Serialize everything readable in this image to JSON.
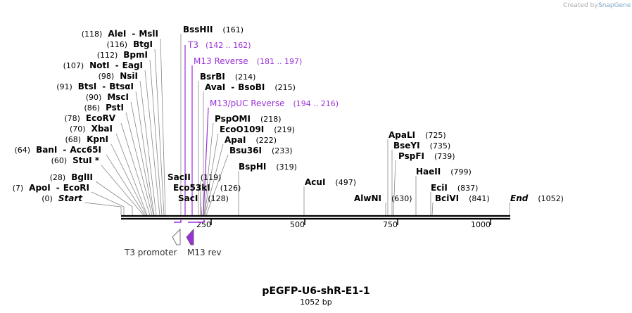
{
  "credit": "Created by",
  "credit_brand": "SnapGene",
  "title": "pEGFP-U6-shR-E1-1",
  "length_label": "1052 bp",
  "length_bp": 1052,
  "axis_ticks": [
    "250",
    "500",
    "750",
    "1000"
  ],
  "features": [
    {
      "name": "T3 promoter",
      "start": 142,
      "end": 162,
      "color": "#ffffff"
    },
    {
      "name": "M13 rev",
      "start": 181,
      "end": 197,
      "color": "#9b30d9"
    }
  ],
  "sites_left": [
    {
      "pos": "(118)",
      "name": "AleI",
      "dash": "-",
      "name2": "MslI",
      "bp": 118
    },
    {
      "pos": "(116)",
      "name": "BtgI",
      "bp": 116
    },
    {
      "pos": "(112)",
      "name": "BpmI",
      "bp": 112
    },
    {
      "pos": "(107)",
      "name": "NotI",
      "dash": "-",
      "name2": "EagI",
      "bp": 107
    },
    {
      "pos": "(98)",
      "name": "NsiI",
      "bp": 98
    },
    {
      "pos": "(91)",
      "name": "BtsI",
      "dash": "-",
      "name2": "BtsαI",
      "bp": 91
    },
    {
      "pos": "(90)",
      "name": "MscI",
      "bp": 90
    },
    {
      "pos": "(86)",
      "name": "PstI",
      "bp": 86
    },
    {
      "pos": "(78)",
      "name": "EcoRV",
      "bp": 78
    },
    {
      "pos": "(70)",
      "name": "XbaI",
      "bp": 70
    },
    {
      "pos": "(68)",
      "name": "KpnI",
      "bp": 68
    },
    {
      "pos": "(64)",
      "name": "BanI",
      "dash": "-",
      "name2": "Acc65I",
      "bp": 64
    },
    {
      "pos": "(60)",
      "name": "StuI *",
      "bp": 60
    },
    {
      "pos": "(28)",
      "name": "BglII",
      "bp": 28
    },
    {
      "pos": "(7)",
      "name": "ApoI",
      "dash": "-",
      "name2": "EcoRI",
      "bp": 7
    },
    {
      "pos": "(0)",
      "name": "Start",
      "bp": 0
    }
  ],
  "sites_right": [
    {
      "name": "BssHII",
      "pos": "(161)",
      "bp": 161
    },
    {
      "name": "T3",
      "pos": "(142 .. 162)",
      "bp": 152,
      "purple": true
    },
    {
      "name": "M13 Reverse",
      "pos": "(181 .. 197)",
      "bp": 189,
      "purple": true
    },
    {
      "name": "BsrBI",
      "pos": "(214)",
      "bp": 214
    },
    {
      "name": "AvaI",
      "dash": "-",
      "name2": "BsoBI",
      "pos": "(215)",
      "bp": 215
    },
    {
      "name": "M13/pUC Reverse",
      "pos": "(194 .. 216)",
      "bp": 205,
      "purple": true
    },
    {
      "name": "PspOMI",
      "pos": "(218)",
      "bp": 218
    },
    {
      "name": "EcoO109I",
      "pos": "(219)",
      "bp": 219
    },
    {
      "name": "ApaI",
      "pos": "(222)",
      "bp": 222
    },
    {
      "name": "Bsu36I",
      "pos": "(233)",
      "bp": 233
    },
    {
      "name": "BspHI",
      "pos": "(319)",
      "bp": 319
    },
    {
      "name": "SacII",
      "pos": "(119)",
      "bp": 119
    },
    {
      "name": "Eco53kI",
      "pos": "(126)",
      "bp": 126
    },
    {
      "name": "SacI",
      "pos": "(128)",
      "bp": 128
    },
    {
      "name": "AcuI",
      "pos": "(497)",
      "bp": 497
    },
    {
      "name": "AlwNI",
      "pos": "(630)",
      "bp": 630
    },
    {
      "name": "ApaLI",
      "pos": "(725)",
      "bp": 725
    },
    {
      "name": "BseYI",
      "pos": "(735)",
      "bp": 735
    },
    {
      "name": "PspFI",
      "pos": "(739)",
      "bp": 739
    },
    {
      "name": "HaeII",
      "pos": "(799)",
      "bp": 799
    },
    {
      "name": "EciI",
      "pos": "(837)",
      "bp": 837
    },
    {
      "name": "BciVI",
      "pos": "(841)",
      "bp": 841
    },
    {
      "name": "End",
      "pos": "(1052)",
      "bp": 1052
    }
  ]
}
